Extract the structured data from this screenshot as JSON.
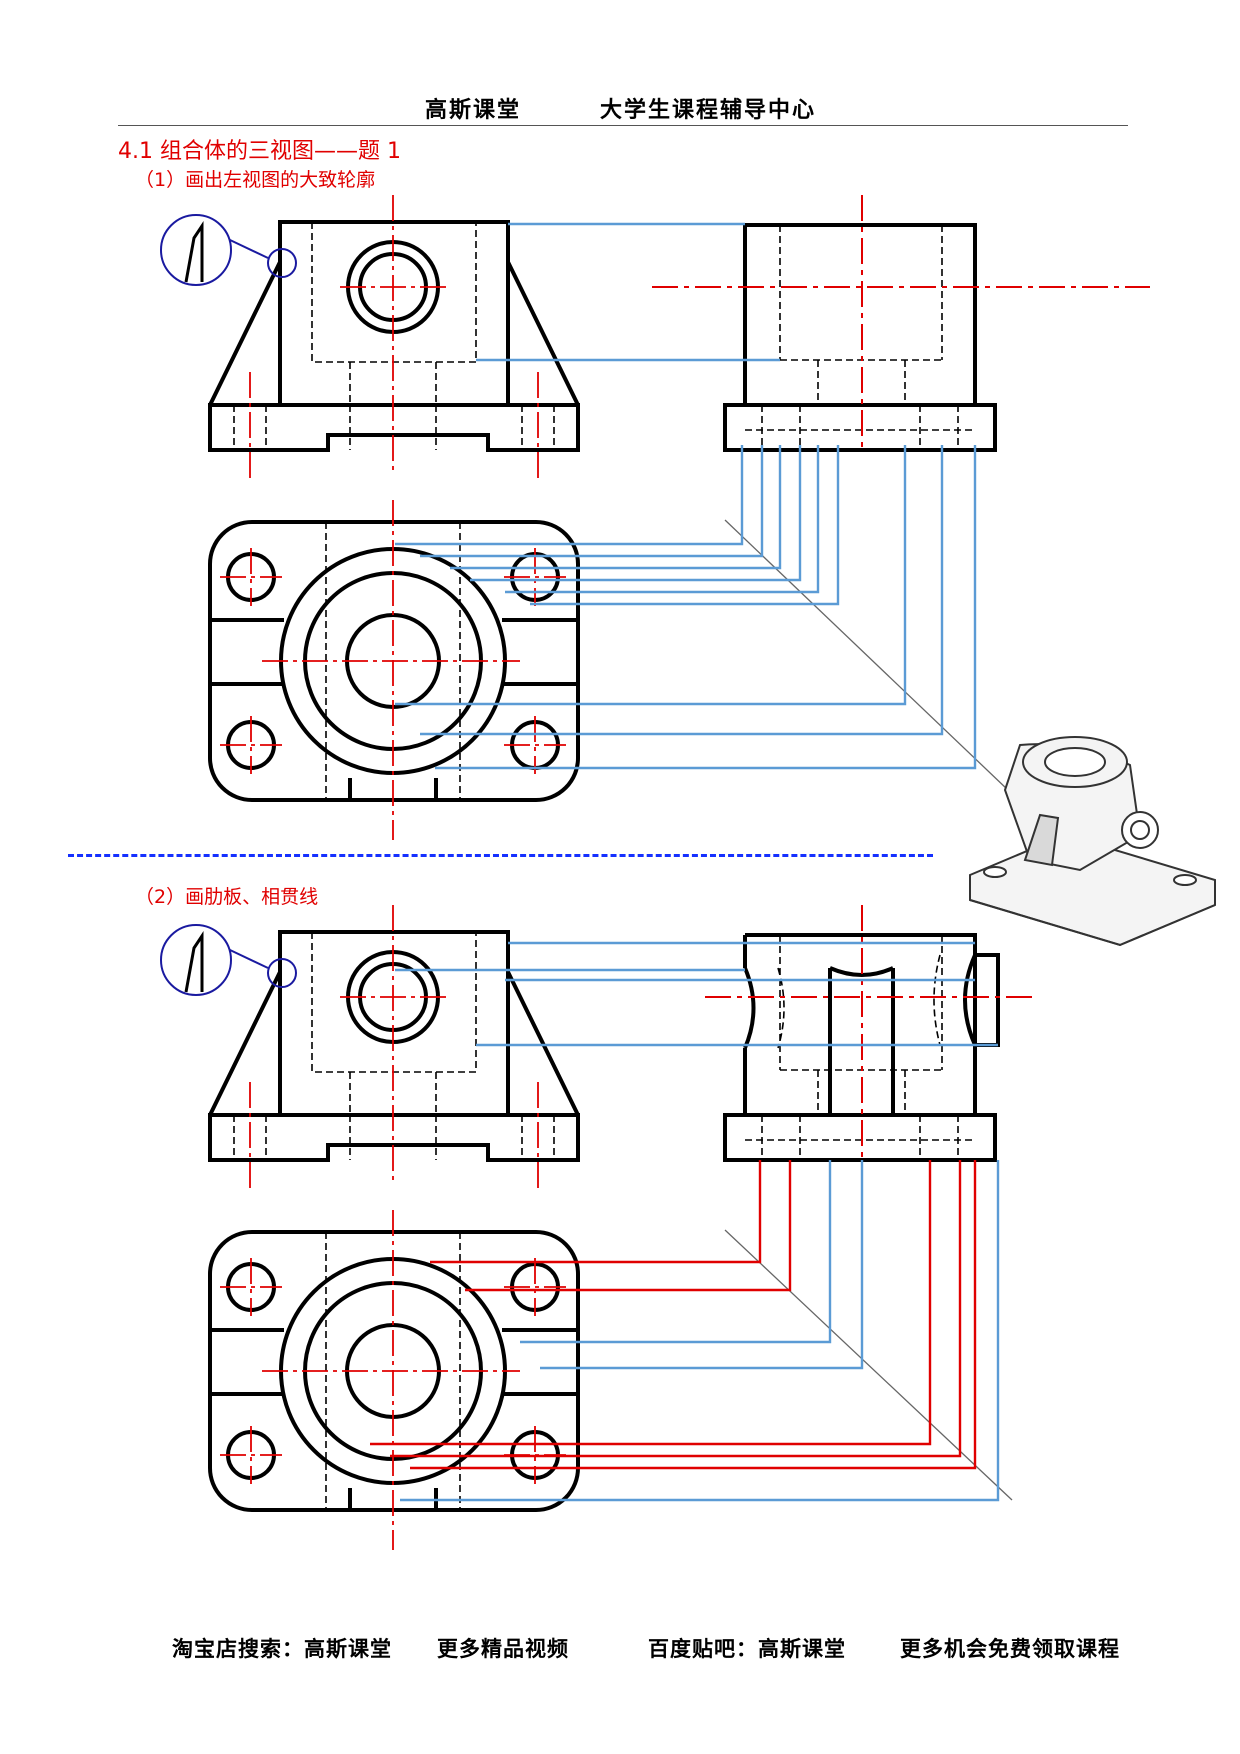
{
  "header": {
    "left": "高斯课堂",
    "right": "大学生课程辅导中心"
  },
  "section": {
    "title": "4.1 组合体的三视图——题 1",
    "step1": "（1）画出左视图的大致轮廓",
    "step2": "（2）画肋板、相贯线"
  },
  "footer": {
    "item1": "淘宝店搜索：高斯课堂",
    "item2": "更多精品视频",
    "item3": "百度贴吧：高斯课堂",
    "item4": "更多机会免费领取课程"
  },
  "colors": {
    "outline": "#000000",
    "centerline": "#e00000",
    "projection_blue": "#5b9bd5",
    "projection_red": "#e00000",
    "detail_circle": "#1a1aa0",
    "separator": "#1530ff"
  },
  "icons": {
    "detail_callout": "magnifier-detail-icon",
    "iso_model": "isometric-part-icon"
  }
}
